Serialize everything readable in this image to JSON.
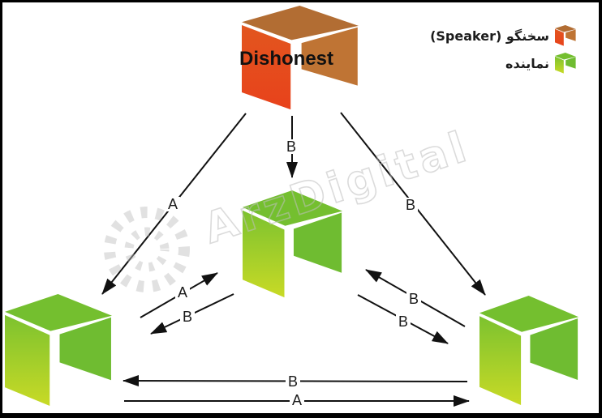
{
  "speaker": {
    "label": "Dishonest",
    "colors": {
      "top": "#b26d33",
      "right": "#bf7434",
      "left_top": "#e2561f",
      "left_bottom": "#e8421b"
    }
  },
  "delegates": {
    "count": 3,
    "colors": {
      "top": "#74bf2f",
      "right": "#6fbc31",
      "left_top": "#7cc22f",
      "left_bottom": "#c8da26"
    }
  },
  "legend": {
    "speaker_label": "سخنگو (Speaker)",
    "delegate_label": "نماینده"
  },
  "watermark": {
    "text": "ArzDigital"
  },
  "arrows": {
    "speaker_to_left": "A",
    "speaker_to_center": "B",
    "speaker_to_right": "B",
    "left_to_center": "A",
    "center_to_left": "B",
    "right_to_center": "B",
    "center_to_right": "B",
    "bottom_right_to_left": "B",
    "bottom_left_to_right": "A"
  }
}
